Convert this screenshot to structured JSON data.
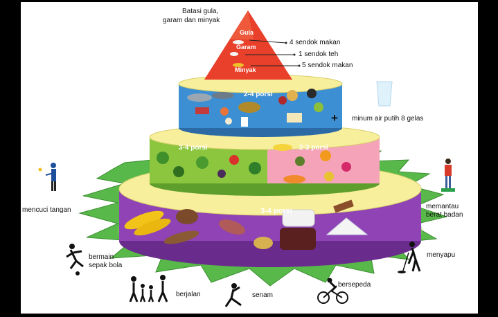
{
  "top_note": {
    "line1": "Batasi gula,",
    "line2": "garam dan minyak"
  },
  "peak": {
    "labels": [
      "Gula",
      "Garam",
      "Minyak"
    ],
    "amounts": [
      "4 sendok makan",
      "1 sendok teh",
      "5 sendok makan"
    ]
  },
  "tiers": {
    "protein": {
      "portion": "2-4 porsi"
    },
    "vegetables": {
      "portion": "3-4 porsi"
    },
    "fruits": {
      "portion": "2-3 porsi"
    },
    "staples": {
      "portion": "3-4 porsi"
    }
  },
  "water": {
    "plus": "+",
    "label": "minum air putih 8 gelas"
  },
  "activities": {
    "wash_hands": "mencuci tangan",
    "football": {
      "line1": "bermain",
      "line2": "sepak bola"
    },
    "walking": "berjalan",
    "exercise": "senam",
    "cycling": "bersepeda",
    "sweeping": "menyapu",
    "weight": {
      "line1": "memantau",
      "line2": "berat badan"
    }
  },
  "colors": {
    "peak": "#e8402a",
    "protein_band": "#3d8fd4",
    "vegetable_band": "#8cc63f",
    "fruit_band": "#f4a3b8",
    "staple_band": "#8f43b5",
    "tier_top": "#f7ef9b",
    "star": "#58b94a"
  }
}
